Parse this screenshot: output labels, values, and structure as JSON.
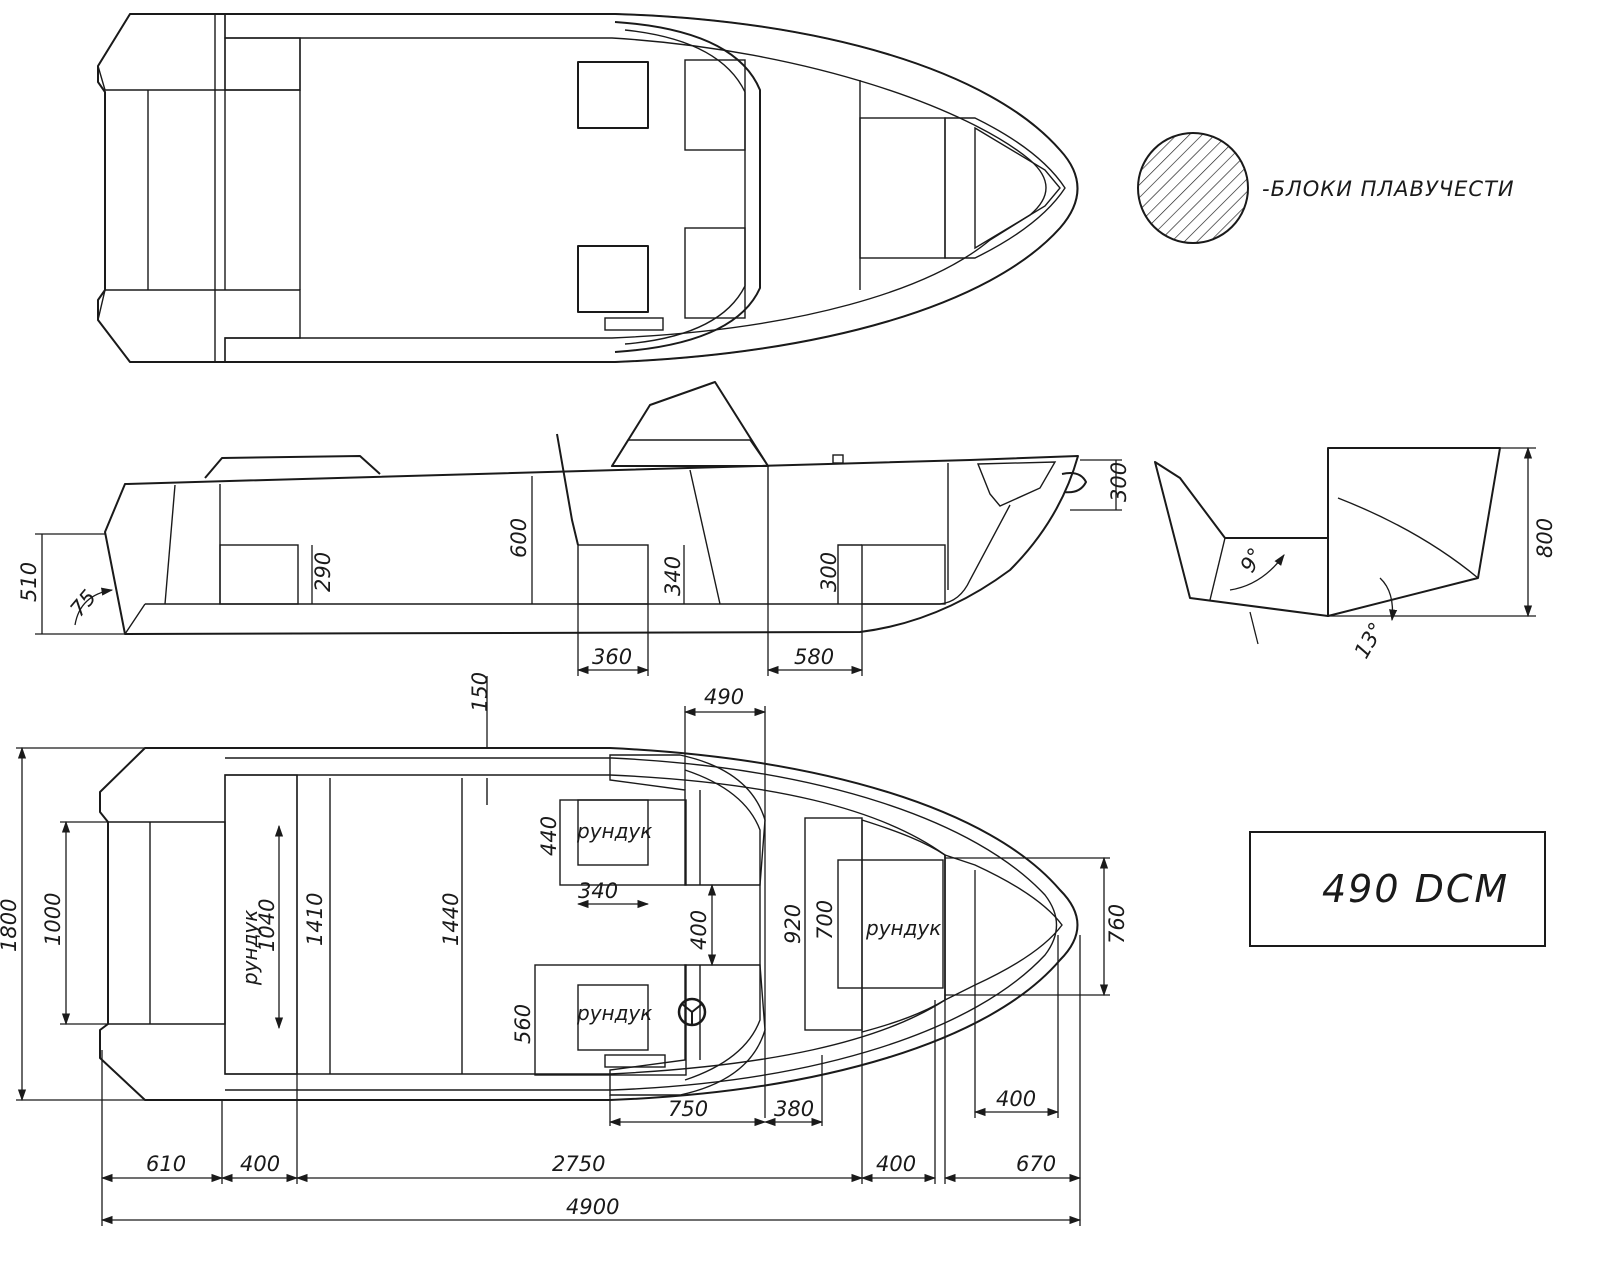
{
  "legend": {
    "flotation_label": "-БЛОКИ ПЛАВУЧЕСТИ"
  },
  "model": {
    "name": "490 DCM"
  },
  "colors": {
    "hull_grey": "#e2e2e2",
    "floor_red": "#8c0a0a",
    "chest_orange": "#f6b428",
    "console_teal": "#5aaea6",
    "line": "#1a1a1a"
  },
  "side_view": {
    "dims": {
      "transom_height": "510",
      "transom_angle": "75",
      "cutout_1_height": "290",
      "side_height": "600",
      "cutout_2_height": "340",
      "cutout_3_height": "300",
      "bow_height": "300",
      "cutout_2_width": "360",
      "cutout_3_width": "580"
    }
  },
  "transom_view": {
    "dims": {
      "deadrise_angle": "9°",
      "bottom_angle": "13°",
      "height": "800"
    }
  },
  "plan_view": {
    "chest_label": "рундук",
    "dims": {
      "deck_width": "150",
      "console_length": "490",
      "overall_width": "1800",
      "transom_width": "1000",
      "chest_rear_width": "1040",
      "cockpit_width_rear": "1410",
      "cockpit_width_mid": "1440",
      "chest_console_depth": "440",
      "chest_console_width": "340",
      "passage_width": "400",
      "seat_depth": "560",
      "forward_width": "920",
      "forward_chest_width": "700",
      "bow_width": "760",
      "seat_length": "750",
      "console_gap": "380",
      "bow_overhang": "400",
      "len_stern_platform": "610",
      "len_rear_chest": "400",
      "len_cockpit": "2750",
      "len_fwd_chest": "400",
      "len_bow": "670",
      "len_overall": "4900"
    }
  }
}
